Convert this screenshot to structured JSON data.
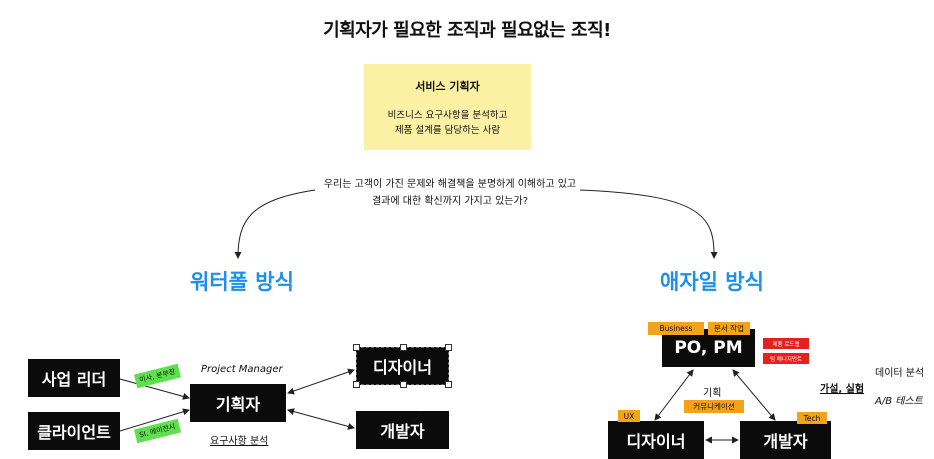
{
  "title": "기획자가 필요한 조직과 필요없는 조직!",
  "sticky": {
    "heading": "서비스 기획자",
    "line1": "비즈니스 요구사항을 분석하고",
    "line2": "제품 설계를 담당하는 사람"
  },
  "question": {
    "line1": "우리는 고객이 가진 문제와 해결책을 분명하게 이해하고 있고",
    "line2": "결과에 대한 확신까지 가지고 있는가?"
  },
  "waterfall": {
    "title": "워터폴 방식",
    "business_leader": "사업 리더",
    "client": "클라이언트",
    "tag_exec": "이사, 본부장",
    "tag_si": "SI, 에이전시",
    "pm_label": "Project Manager",
    "planner": "기획자",
    "req_label": "요구사항 분석",
    "designer": "디자이너",
    "developer": "개발자"
  },
  "agile": {
    "title": "애자일 방식",
    "po_pm": "PO, PM",
    "tag_business": "Business",
    "tag_docs": "문서 작업",
    "tag_roadmap": "제품 로드맵",
    "tag_team": "팀 매니지먼트",
    "planning": "기획",
    "tag_comm": "커뮤니케이션",
    "designer": "디자이너",
    "tag_ux": "UX",
    "developer": "개발자",
    "tag_tech": "Tech",
    "hypothesis": "가설, 실험",
    "data_analysis": "데이터 분석",
    "ab_test": "A/B 테스트"
  },
  "colors": {
    "accent_blue": "#1e90e8",
    "sticky_yellow": "#fbf0a4",
    "tag_green": "#5ee04e",
    "tag_orange": "#f3a21b",
    "tag_red": "#e62020",
    "block_black": "#0b0b0b"
  }
}
